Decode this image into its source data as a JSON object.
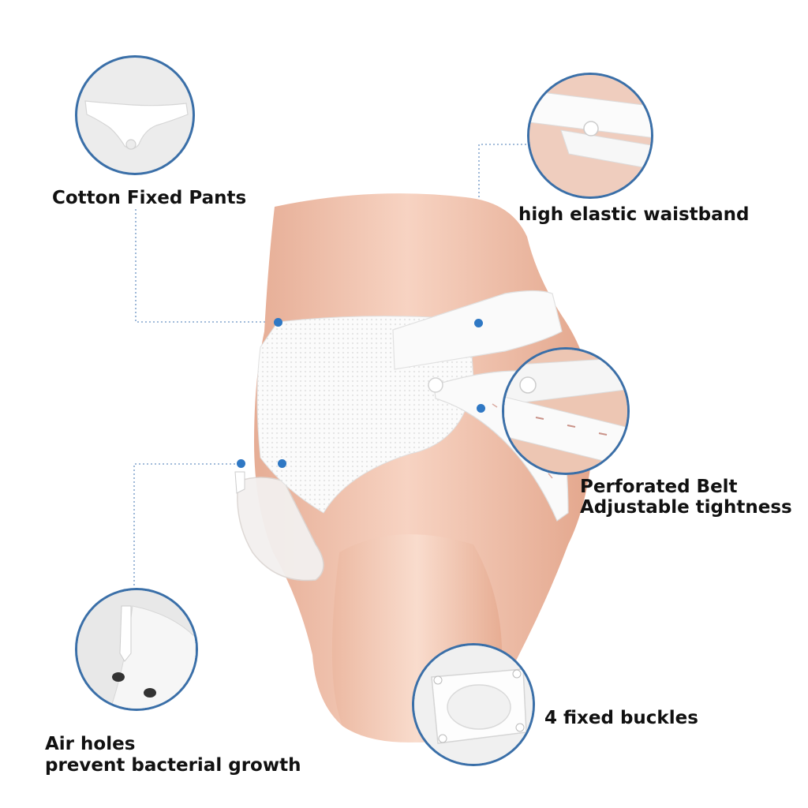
{
  "colors": {
    "accent": "#2f78c4",
    "bubble_border": "#3a6fa8",
    "skin": "#efc2ad",
    "text": "#111111"
  },
  "labels": {
    "cotton_pants": "Cotton Fixed Pants",
    "waistband": "high elastic waistband",
    "belt_line1": "Perforated Belt",
    "belt_line2": "Adjustable tightness",
    "buckles": "4 fixed buckles",
    "air_line1": "Air holes",
    "air_line2": "prevent bacterial growth"
  }
}
